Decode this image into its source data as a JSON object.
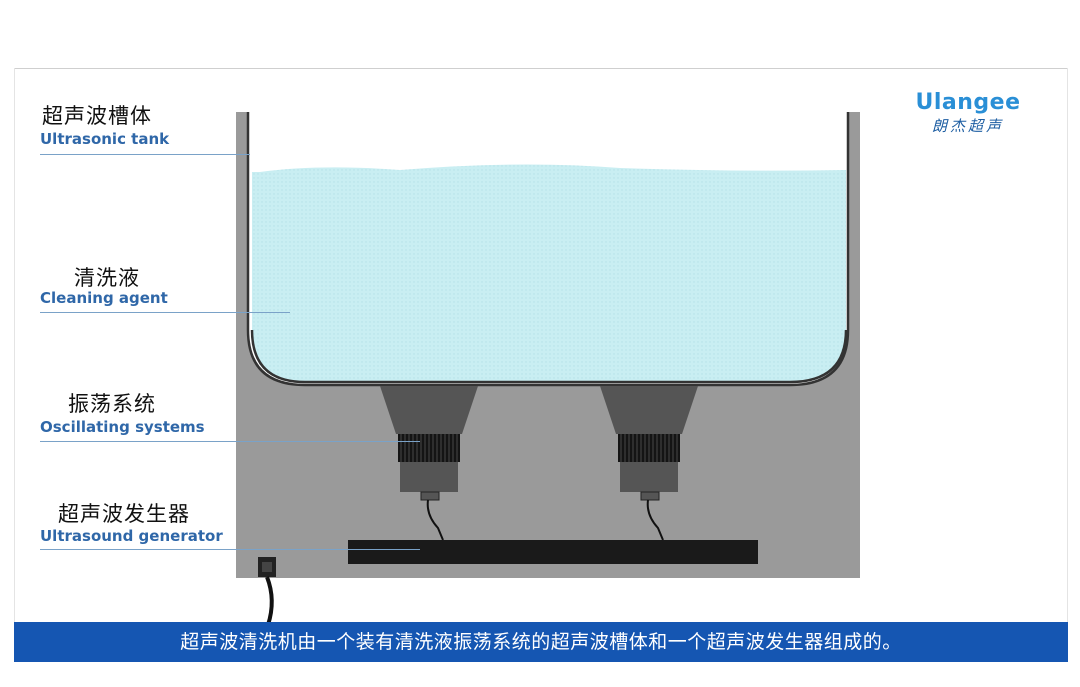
{
  "labels": [
    {
      "zh": "超声波槽体",
      "en": "Ultrasonic tank"
    },
    {
      "zh": "清洗液",
      "en": "Cleaning agent"
    },
    {
      "zh": "振荡系统",
      "en": "Oscillating systems"
    },
    {
      "zh": "超声波发生器",
      "en": "Ultrasound generator"
    }
  ],
  "logo": {
    "en": "Ulangee",
    "zh": "朗杰超声"
  },
  "caption": "超声波清洗机由一个装有清洗液振荡系统的超声波槽体和一个超声波发生器组成的。",
  "colors": {
    "tank_body": "#9a9a9a",
    "liquid": "#c8eef2",
    "transducer": "#555555",
    "generator": "#1a1a1a",
    "label_en": "#2f67a8",
    "caption_bg": "#1556b2",
    "logo": "#2a8fd6"
  }
}
